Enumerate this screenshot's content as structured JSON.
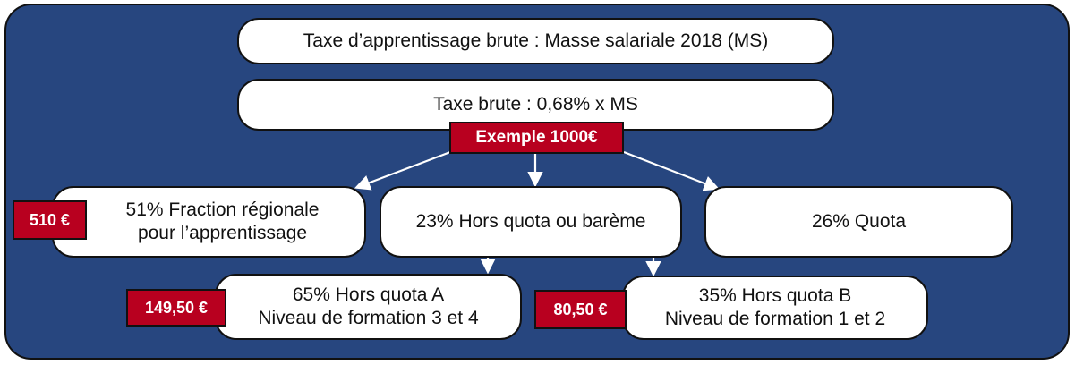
{
  "diagram": {
    "title_box": "Taxe d’apprentissage brute : Masse salariale 2018 (MS)",
    "gross_tax_box": "Taxe brute : 0,68% x MS",
    "example_label": "Exemple 1000€",
    "branches": [
      {
        "label_line1": "51% Fraction régionale",
        "label_line2": "pour l’apprentissage",
        "amount": "510 €"
      },
      {
        "label_line1": "23% Hors quota ou barème"
      },
      {
        "label_line1": "26% Quota"
      }
    ],
    "sub_branches": [
      {
        "label_line1": "65% Hors quota A",
        "label_line2": "Niveau de formation 3 et 4",
        "amount": "149,50 €"
      },
      {
        "label_line1": "35% Hors quota B",
        "label_line2": "Niveau de formation 1 et 2",
        "amount": "80,50 €"
      }
    ]
  },
  "colors": {
    "background": "#27467f",
    "badge": "#b8001f",
    "box": "#ffffff",
    "border": "#111111",
    "arrow": "#ffffff"
  }
}
